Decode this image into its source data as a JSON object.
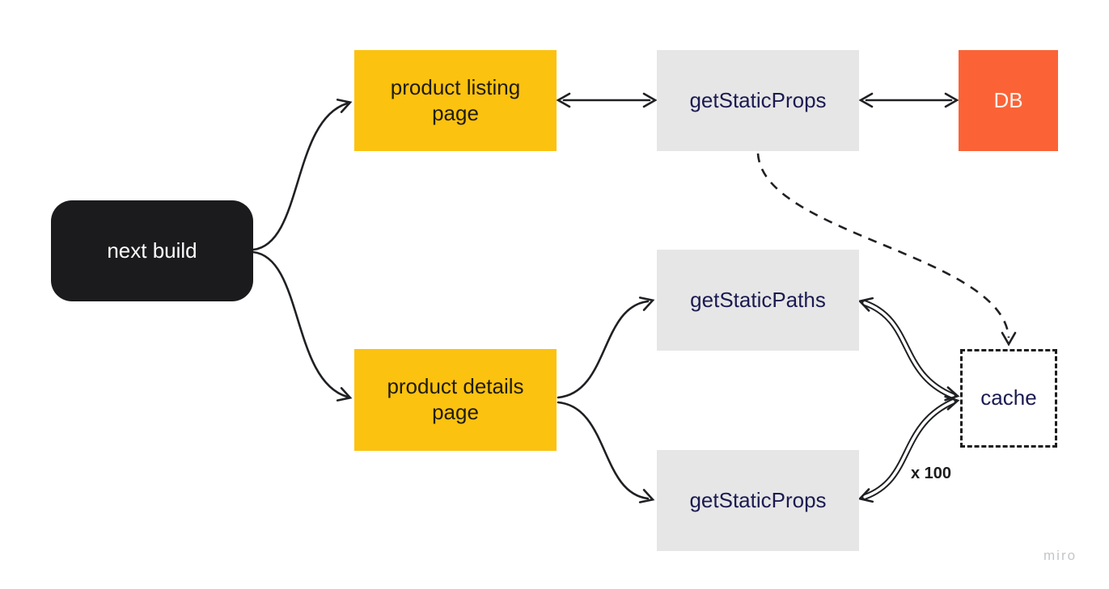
{
  "nodes": {
    "next_build": {
      "label": "next build"
    },
    "product_listing": {
      "label": "product listing page"
    },
    "get_static_props_main": {
      "label": "getStaticProps"
    },
    "db": {
      "label": "DB"
    },
    "get_static_paths": {
      "label": "getStaticPaths"
    },
    "product_details": {
      "label": "product details page"
    },
    "get_static_props_details": {
      "label": "getStaticProps"
    },
    "cache": {
      "label": "cache"
    }
  },
  "annotations": {
    "multiplier": "x 100"
  },
  "watermark": "miro",
  "colors": {
    "canvas_bg": "#ffffff",
    "arrow": "#1f2023",
    "node_black_bg": "#1b1b1d",
    "node_black_text": "#ffffff",
    "node_yellow_bg": "#fcc210",
    "node_yellow_text": "#1f1c10",
    "node_gray_bg": "#e6e6e6",
    "node_gray_text": "#1b1b52",
    "node_orange_bg": "#fb6337",
    "node_orange_text": "#fef4ee",
    "cache_border": "#1c1c1e",
    "cache_text": "#1b1b52"
  }
}
